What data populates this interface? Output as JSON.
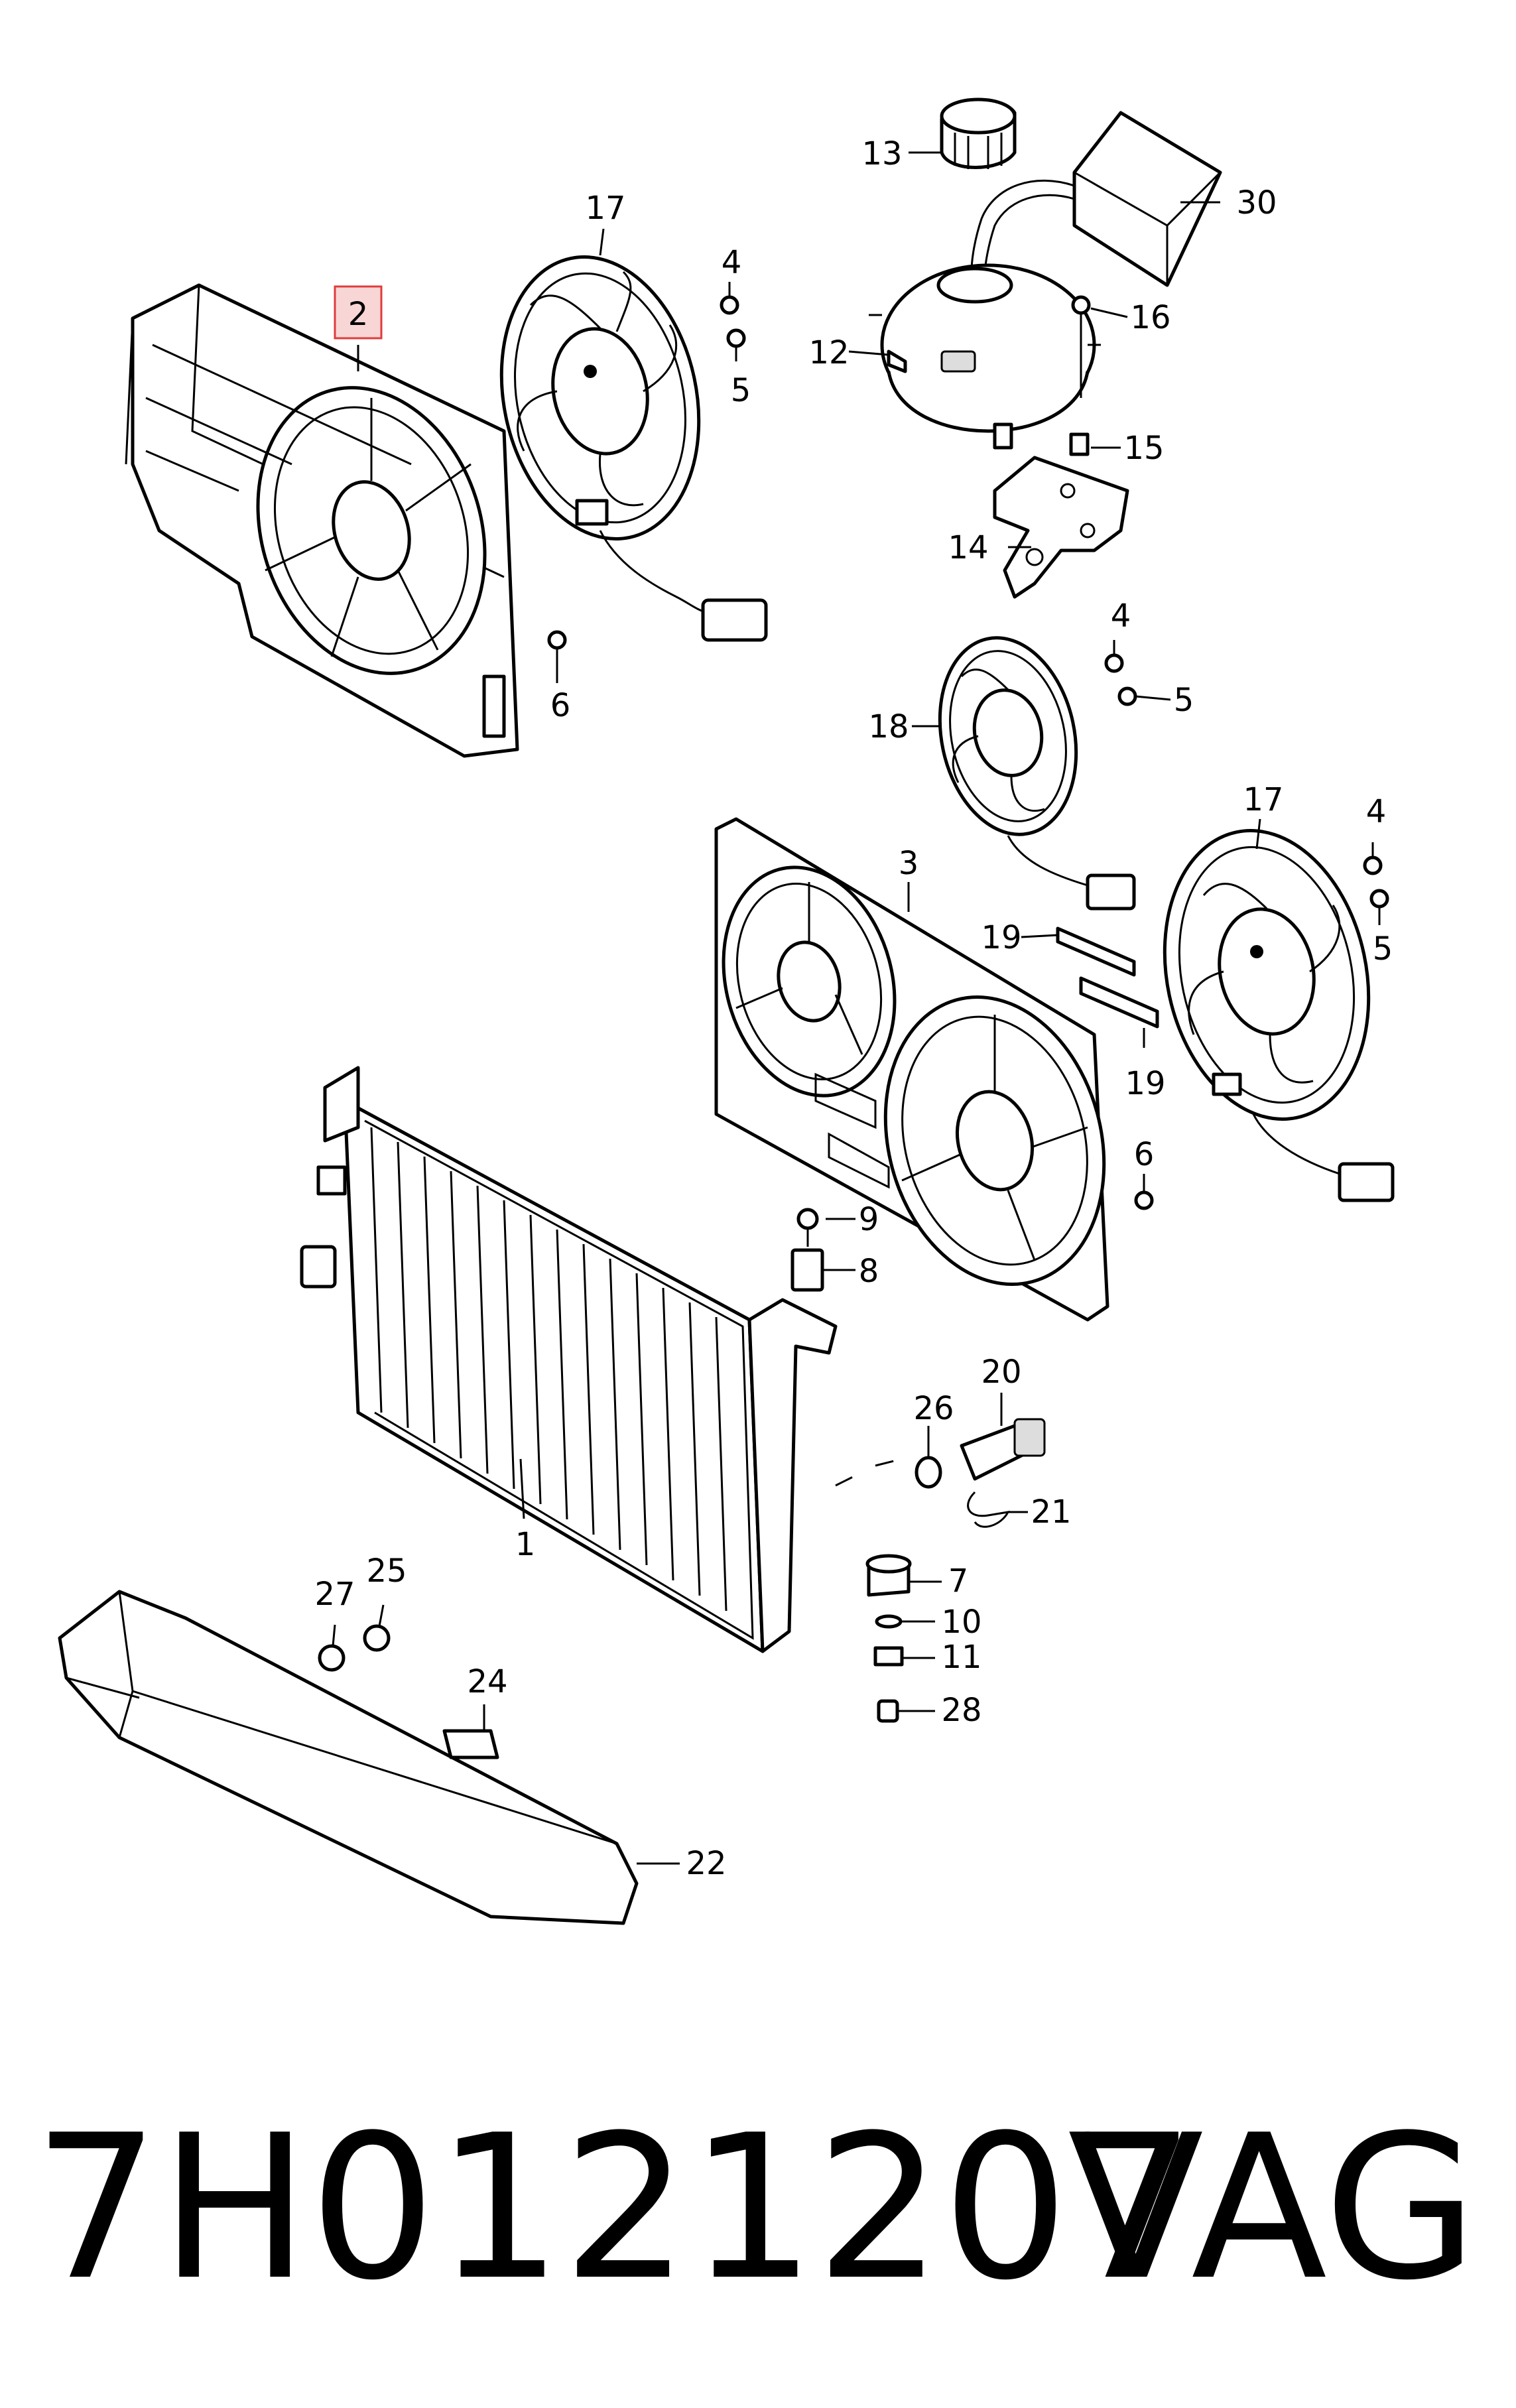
{
  "callouts": [
    {
      "num": "1"
    },
    {
      "num": "2",
      "highlighted": true
    },
    {
      "num": "3"
    },
    {
      "num": "4"
    },
    {
      "num": "5"
    },
    {
      "num": "6"
    },
    {
      "num": "7"
    },
    {
      "num": "8"
    },
    {
      "num": "9"
    },
    {
      "num": "10"
    },
    {
      "num": "11"
    },
    {
      "num": "12"
    },
    {
      "num": "13"
    },
    {
      "num": "14"
    },
    {
      "num": "15"
    },
    {
      "num": "16"
    },
    {
      "num": "17"
    },
    {
      "num": "18"
    },
    {
      "num": "19"
    },
    {
      "num": "20"
    },
    {
      "num": "21"
    },
    {
      "num": "22"
    },
    {
      "num": "24"
    },
    {
      "num": "25"
    },
    {
      "num": "26"
    },
    {
      "num": "27"
    },
    {
      "num": "28"
    },
    {
      "num": "30"
    }
  ],
  "highlight_color": "#e03c3c",
  "highlight_fill": "#f9d6d6",
  "footer": {
    "part_number": "7H0121207",
    "brand": "VAG"
  }
}
